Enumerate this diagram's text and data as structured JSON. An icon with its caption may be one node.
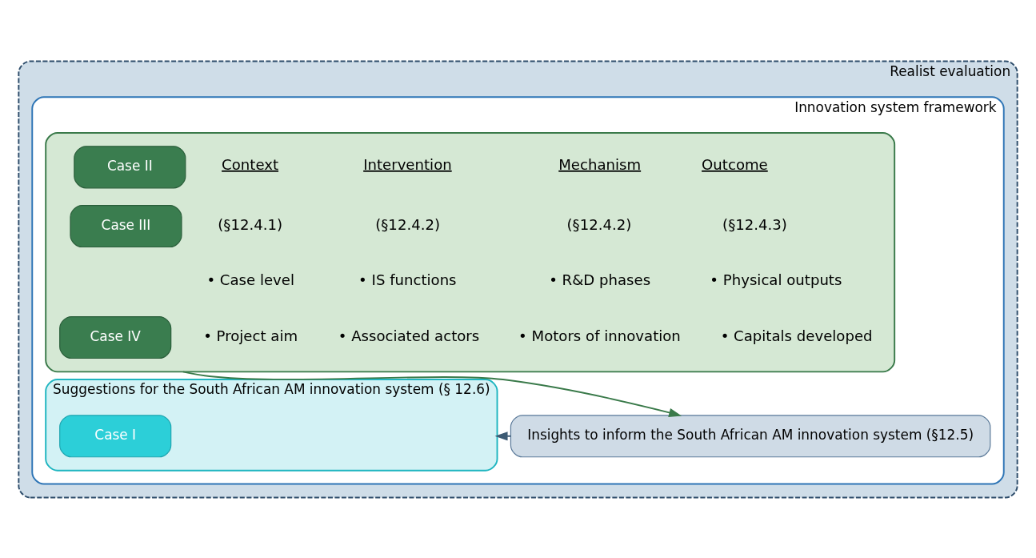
{
  "diagram": {
    "nodes": [
      {
        "text": [
          "Realist evaluation"
        ]
      },
      {
        "text": [
          "Innovation system framework"
        ],
        "in": 0
      },
      {
        "text": [],
        "shape": "box",
        "in": 1
      },
      {
        "text": [
          "Case II"
        ],
        "in": 2
      },
      {
        "text": [
          "Case III"
        ],
        "in": 2
      },
      {
        "text": [
          "Case IV"
        ],
        "in": 2
      },
      {
        "text": [
          "Suggestions for the South African AM innovation system (§ 12.6)"
        ],
        "in": 1
      },
      {
        "text": [
          "Case I"
        ],
        "in": 6
      },
      {
        "text": [
          "Insights to inform the South African AM innovation system (§12.5)"
        ],
        "in": 1
      }
    ],
    "edges": [
      {
        "from": 2,
        "to": 8,
        "arrow": "to",
        "color": "#3a7a4a"
      },
      {
        "from": 8,
        "to": 6,
        "arrow": "to",
        "color": "#3d5a73"
      }
    ],
    "labels": [
      "Context",
      "(§12.4.1)",
      "• Case level",
      "• Project aim",
      "Intervention",
      "(§12.4.2)",
      "• IS functions",
      "• Associated actors",
      "Mechanism",
      "(§12.4.2)",
      "• R&D phases",
      "• Motors of innovation",
      "Outcome",
      "(§12.4.3)",
      "• Physical outputs",
      "• Capitals developed"
    ]
  }
}
